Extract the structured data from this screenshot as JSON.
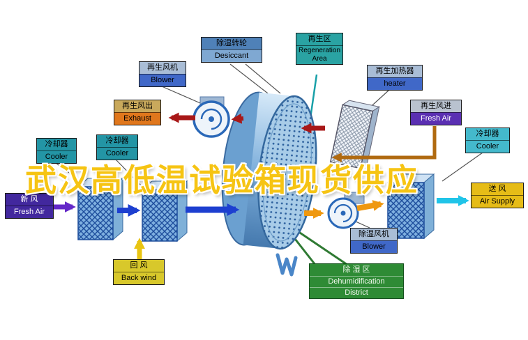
{
  "watermark": {
    "text": "武汉高低温试验箱现货供应"
  },
  "palette": {
    "watermark_gold": "#f6c413",
    "process_blue": "#1d3fd0",
    "regen_red": "#a81818",
    "regen_brown": "#b06a10",
    "supply_orange": "#ef9810",
    "supply_cyan": "#20c4e8",
    "return_yellow": "#e8c412",
    "fresh_purple": "#6428c8",
    "dehumid_green": "#2e8b35",
    "teal": "#2aa3a3"
  },
  "labels": {
    "desiccant": {
      "cn": "除湿转轮",
      "en": "Desiccant"
    },
    "regen_area": {
      "cn": "再生区",
      "en": "Regeneration Area"
    },
    "regen_blower": {
      "cn": "再生风机",
      "en": "Blower"
    },
    "regen_heater": {
      "cn": "再生加热器",
      "en": "heater"
    },
    "exhaust": {
      "cn": "再生风出",
      "en": "Exhaust"
    },
    "regen_fresh_air": {
      "cn": "再生风进",
      "en": "Fresh Air"
    },
    "cooler_left_outer": {
      "cn": "冷却器",
      "en": "Cooler"
    },
    "cooler_left_inner": {
      "cn": "冷却器",
      "en": "Cooler"
    },
    "cooler_right": {
      "cn": "冷却器",
      "en": "Cooler"
    },
    "fresh_air_in": {
      "cn": "新  风",
      "en": "Fresh Air"
    },
    "air_supply": {
      "cn": "送  风",
      "en": "Air Supply"
    },
    "back_wind": {
      "cn": "回  风",
      "en": "Back wind"
    },
    "dehumid_blower": {
      "cn": "除湿风机",
      "en": "Blower"
    },
    "dehumid_district": {
      "cn": "除  湿  区",
      "en_line1": "Dehumidification",
      "en_line2": "District"
    }
  }
}
